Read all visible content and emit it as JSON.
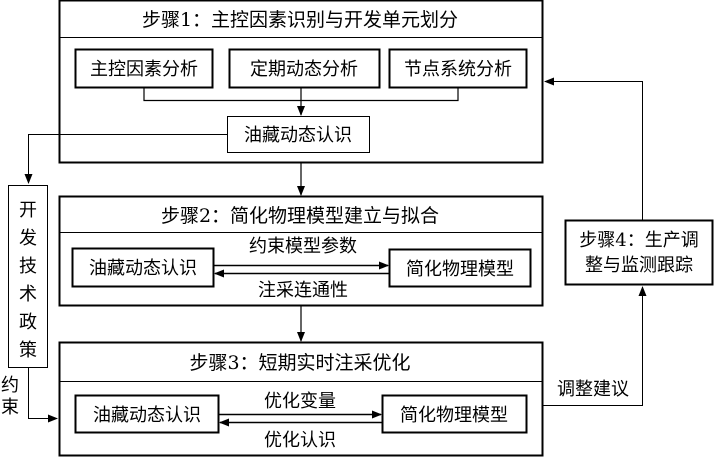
{
  "step1": {
    "title": "步骤1：主控因素识别与开发单元划分",
    "analyses": [
      "主控因素分析",
      "定期动态分析",
      "节点系统分析"
    ],
    "result": "油藏动态认识"
  },
  "policy": {
    "label_chars": [
      "开",
      "发",
      "技",
      "术",
      "政",
      "策"
    ],
    "constraint_chars": [
      "约",
      "束"
    ]
  },
  "step2": {
    "title": "步骤2：简化物理模型建立与拟合",
    "left_box": "油藏动态认识",
    "right_box": "简化物理模型",
    "forward_label": "约束模型参数",
    "backward_label": "注采连通性"
  },
  "step3": {
    "title": "步骤3：短期实时注采优化",
    "left_box": "油藏动态认识",
    "right_box": "简化物理模型",
    "forward_label": "优化变量",
    "backward_label": "优化认识"
  },
  "step4": {
    "line1": "步骤4：生产调",
    "line2": "整与监测跟踪"
  },
  "feedback": {
    "label": "调整建议"
  }
}
